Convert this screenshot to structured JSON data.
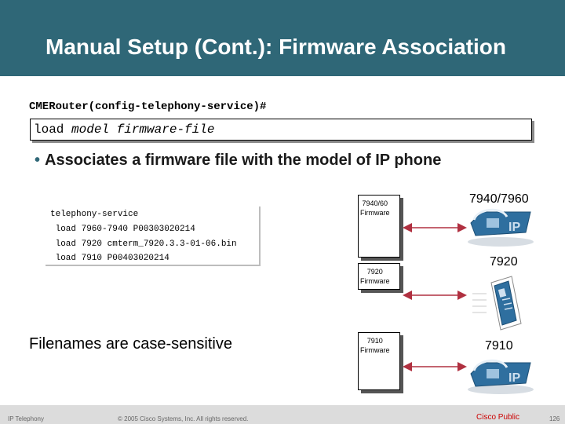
{
  "title": "Manual Setup (Cont.): Firmware Association",
  "command": {
    "prompt": "CMERouter(config-telephony-service)#",
    "keyword": "load",
    "argument": "model firmware-file"
  },
  "bullet": "Associates a firmware file with the model of IP phone",
  "config_lines": [
    "telephony-service",
    " load 7960-7940 P00303020214",
    " load 7920 cmterm_7920.3.3-01-06.bin",
    " load 7910 P00403020214"
  ],
  "note": "Filenames are case-sensitive",
  "firmware_boxes": [
    {
      "line1": "7940/60",
      "line2": "Firmware"
    },
    {
      "line1": "7920",
      "line2": "Firmware"
    },
    {
      "line1": "7910",
      "line2": "Firmware"
    }
  ],
  "models": [
    "7940/7960",
    "7920",
    "7910"
  ],
  "icon_badge": "IP",
  "footer": {
    "left": "IP Telephony",
    "center": "© 2005 Cisco Systems, Inc. All rights reserved.",
    "public": "Cisco Public",
    "page": "126"
  },
  "colors": {
    "header": "#2f6777",
    "arrow": "#b03040",
    "phone": "#2f6f9f",
    "footer_public": "#cc0000"
  }
}
